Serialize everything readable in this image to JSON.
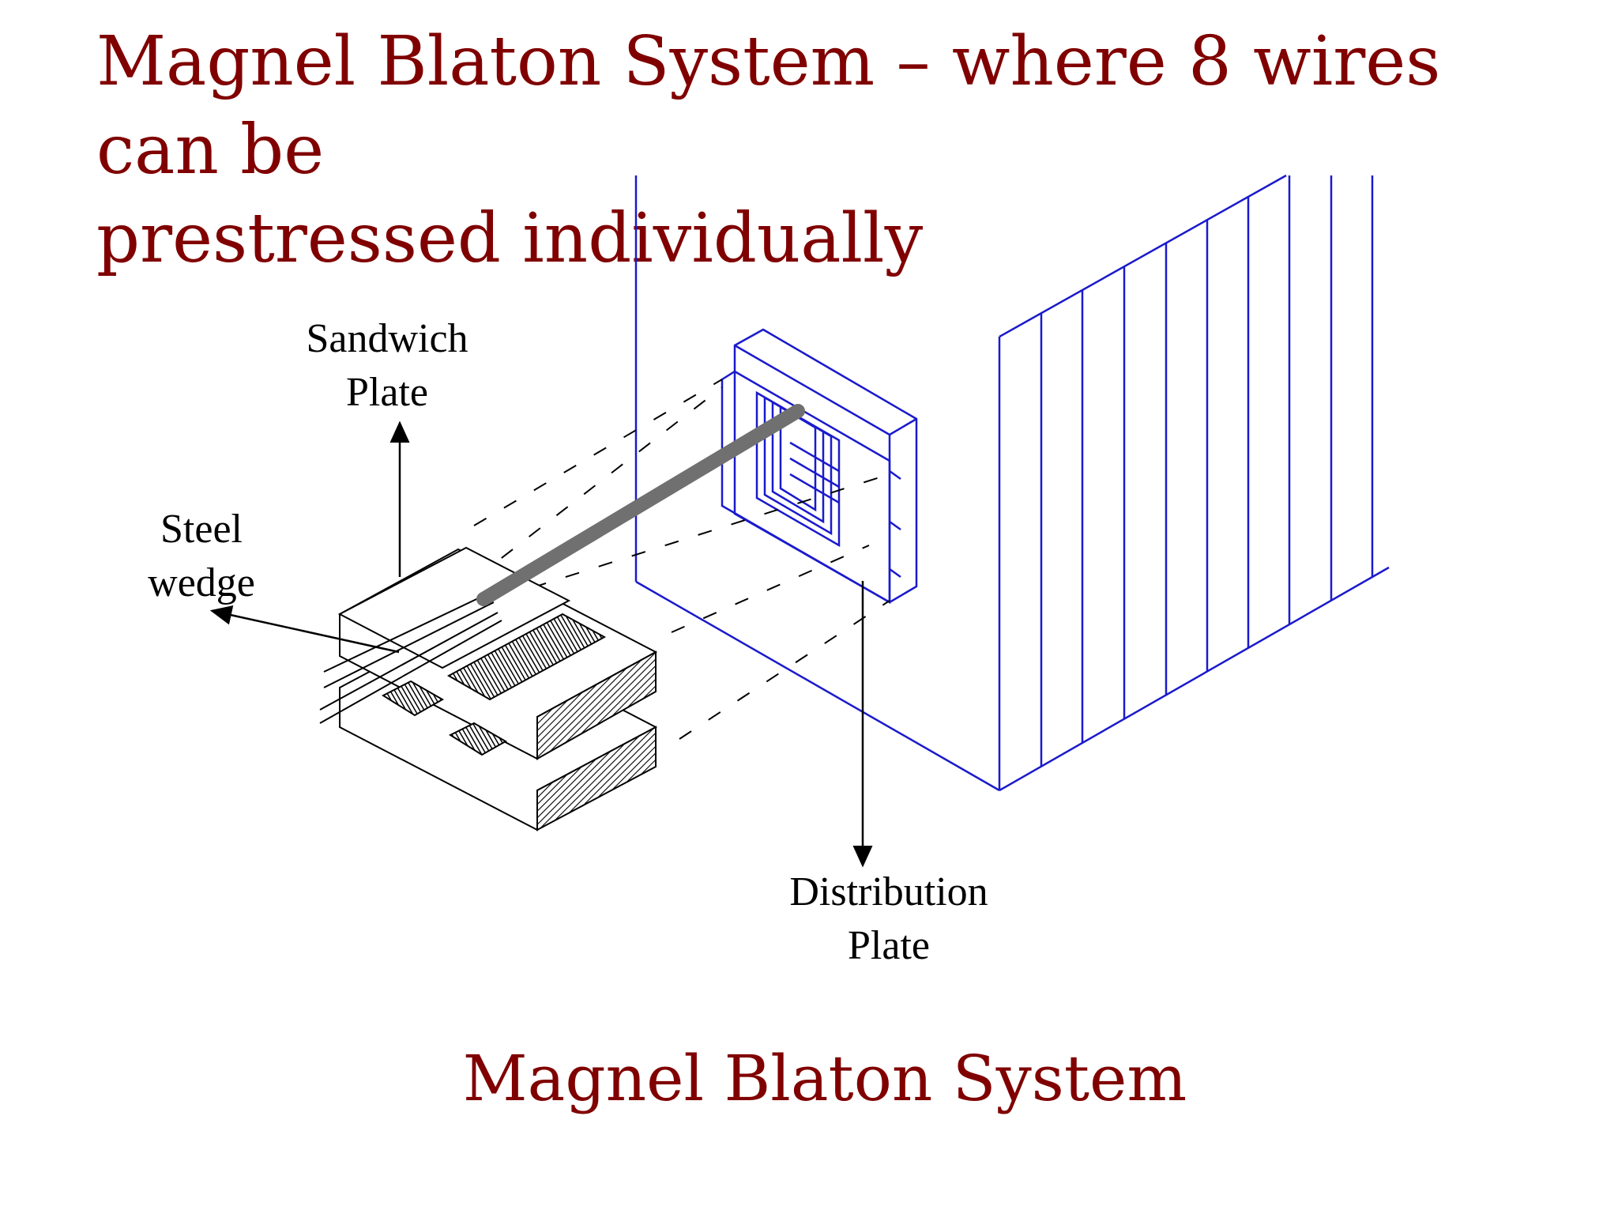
{
  "title": {
    "line1": "Magnel Blaton System – where 8 wires can be",
    "line2": "prestressed individually"
  },
  "labels": {
    "sandwich_plate": {
      "line1": "Sandwich",
      "line2": "Plate"
    },
    "steel_wedge": {
      "line1": "Steel",
      "line2": "wedge"
    },
    "distribution_plate": {
      "line1": "Distribution",
      "line2": "Plate"
    }
  },
  "caption": "Magnel Blaton System",
  "colors": {
    "title": "#800000",
    "outline_blue": "#1a1acc",
    "ink": "#000000",
    "cable": "#707070"
  }
}
